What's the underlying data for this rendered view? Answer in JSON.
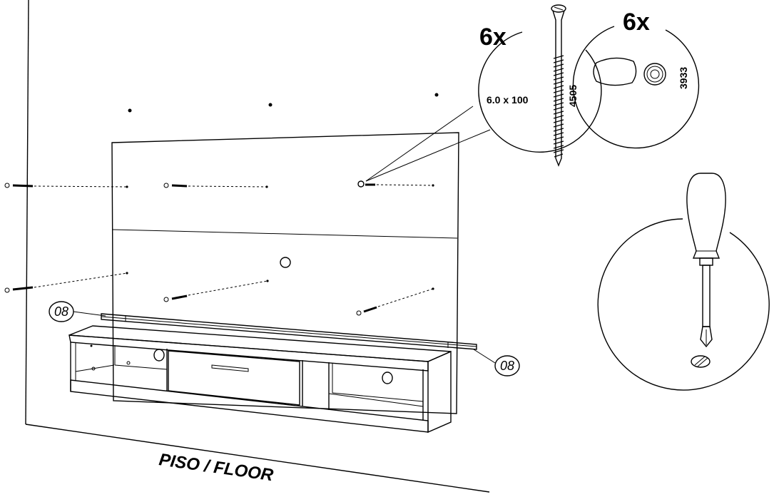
{
  "screw_callout": {
    "quantity": "6x",
    "size": "6.0 x 100",
    "code": "4505"
  },
  "anchor_callout": {
    "quantity": "6x",
    "code": "3933"
  },
  "part_labels": {
    "left": "08",
    "right": "08"
  },
  "floor_label": "PISO / FLOOR",
  "icons": [
    "screwdriver-icon",
    "screw-icon",
    "wall-anchor-icon",
    "washer-icon"
  ]
}
